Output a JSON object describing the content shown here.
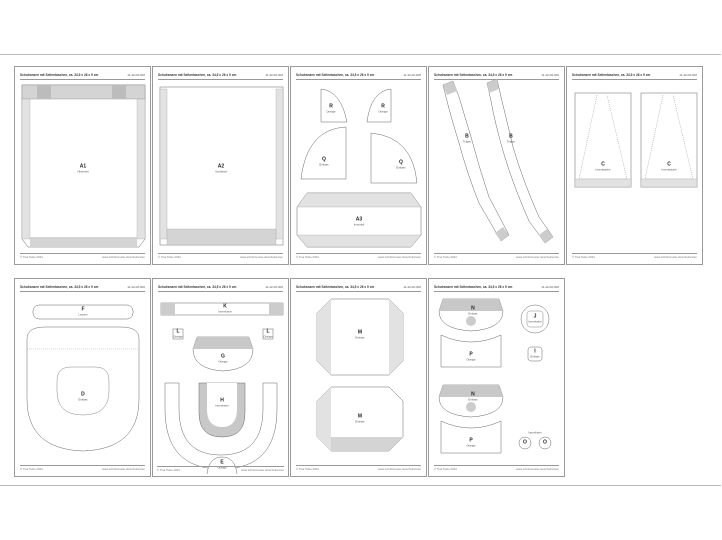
{
  "pages": [
    {
      "title": "Schulranzen mit Seitentaschen, ca. 34,5 x 26 x 9 cm",
      "code": "11-42-00-000",
      "footer_left": "© Tina Tiebe 2024",
      "footer_right": "www.schnittmuster.de/schulranzen",
      "pieces": [
        {
          "letter": "A1",
          "name": "Hinterteil"
        }
      ]
    },
    {
      "title": "Schulranzen mit Seitentaschen, ca. 34,5 x 26 x 9 cm",
      "code": "11-42-00-000",
      "footer_left": "© Tina Tiebe 2024",
      "footer_right": "www.schnittmuster.de/schulranzen",
      "pieces": [
        {
          "letter": "A2",
          "name": "Vorderteil"
        }
      ]
    },
    {
      "title": "Schulranzen mit Seitentaschen, ca. 34,5 x 26 x 9 cm",
      "code": "11-42-00-000",
      "footer_left": "© Tina Tiebe 2024",
      "footer_right": "www.schnittmuster.de/schulranzen",
      "pieces": [
        {
          "letter": "R",
          "name": "Orange"
        },
        {
          "letter": "R",
          "name": "Orange"
        },
        {
          "letter": "Q",
          "name": "Einfass"
        },
        {
          "letter": "Q",
          "name": "Einfass"
        },
        {
          "letter": "A3",
          "name": "Innenteil"
        }
      ]
    },
    {
      "title": "Schulranzen mit Seitentaschen, ca. 34,5 x 26 x 9 cm",
      "code": "11-42-00-000",
      "footer_left": "© Tina Tiebe 2024",
      "footer_right": "www.schnittmuster.de/schulranzen",
      "pieces": [
        {
          "letter": "B",
          "name": "Träger"
        },
        {
          "letter": "B",
          "name": "Träger"
        }
      ]
    },
    {
      "title": "Schulranzen mit Seitentaschen, ca. 34,5 x 26 x 9 cm",
      "code": "11-42-00-000",
      "footer_left": "© Tina Tiebe 2024",
      "footer_right": "www.schnittmuster.de/schulranzen",
      "pieces": [
        {
          "letter": "C",
          "name": "Innentasche"
        },
        {
          "letter": "C",
          "name": "Innentasche"
        }
      ]
    },
    {
      "title": "Schulranzen mit Seitentaschen, ca. 34,5 x 26 x 9 cm",
      "code": "11-42-00-000",
      "footer_left": "© Tina Tiebe 2024",
      "footer_right": "www.schnittmuster.de/schulranzen",
      "pieces": [
        {
          "letter": "F",
          "name": "Lasche"
        },
        {
          "letter": "D",
          "name": "Einfass"
        }
      ]
    },
    {
      "title": "Schulranzen mit Seitentaschen, ca. 34,5 x 26 x 9 cm",
      "code": "11-42-00-000",
      "footer_left": "© Tina Tiebe 2024",
      "footer_right": "www.schnittmuster.de/schulranzen",
      "pieces": [
        {
          "letter": "K",
          "name": "Innenfutter"
        },
        {
          "letter": "L",
          "name": "Orange"
        },
        {
          "letter": "L",
          "name": "Orange"
        },
        {
          "letter": "G",
          "name": "Orange"
        },
        {
          "letter": "H",
          "name": "Innenfutter"
        },
        {
          "letter": "E",
          "name": "Orange"
        }
      ]
    },
    {
      "title": "Schulranzen mit Seitentaschen, ca. 34,5 x 26 x 9 cm",
      "code": "11-42-00-000",
      "footer_left": "© Tina Tiebe 2024",
      "footer_right": "www.schnittmuster.de/schulranzen",
      "pieces": [
        {
          "letter": "M",
          "name": "Einfass"
        },
        {
          "letter": "M",
          "name": "Einfass"
        }
      ]
    },
    {
      "title": "Schulranzen mit Seitentaschen, ca. 34,5 x 26 x 9 cm",
      "code": "11-42-00-000",
      "footer_left": "© Tina Tiebe 2024",
      "footer_right": "www.schnittmuster.de/schulranzen",
      "pieces": [
        {
          "letter": "N",
          "name": "Einfass"
        },
        {
          "letter": "P",
          "name": "Orange"
        },
        {
          "letter": "J",
          "name": "Innenfutter"
        },
        {
          "letter": "I",
          "name": "Einfass"
        },
        {
          "letter": "N",
          "name": "Einfass"
        },
        {
          "letter": "P",
          "name": "Orange"
        },
        {
          "letter": "O",
          "name": ""
        },
        {
          "letter": "O",
          "name": ""
        },
        {
          "letter": "",
          "name": "Innenfutter"
        }
      ]
    }
  ]
}
